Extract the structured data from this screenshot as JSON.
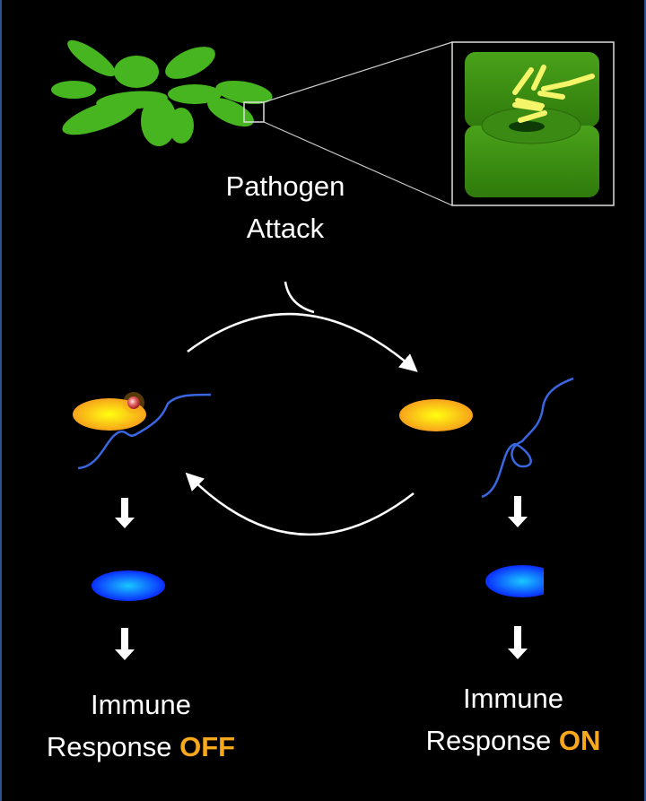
{
  "top_label": {
    "line1": "Pathogen",
    "line2": "Attack"
  },
  "left_label": {
    "line1": "Immune",
    "line2_prefix": "Response ",
    "line2_state": "OFF"
  },
  "right_label": {
    "line1": "Immune",
    "line2_prefix": "Response ",
    "line2_state": "ON"
  },
  "colors": {
    "background": "#000000",
    "leaf": "#3fae1c",
    "bacteria": "#f5f56a",
    "receptor": "#f7a21b",
    "signal": "#1a5cff",
    "chain": "#3a66e0",
    "highlight": "#f8a81c"
  }
}
